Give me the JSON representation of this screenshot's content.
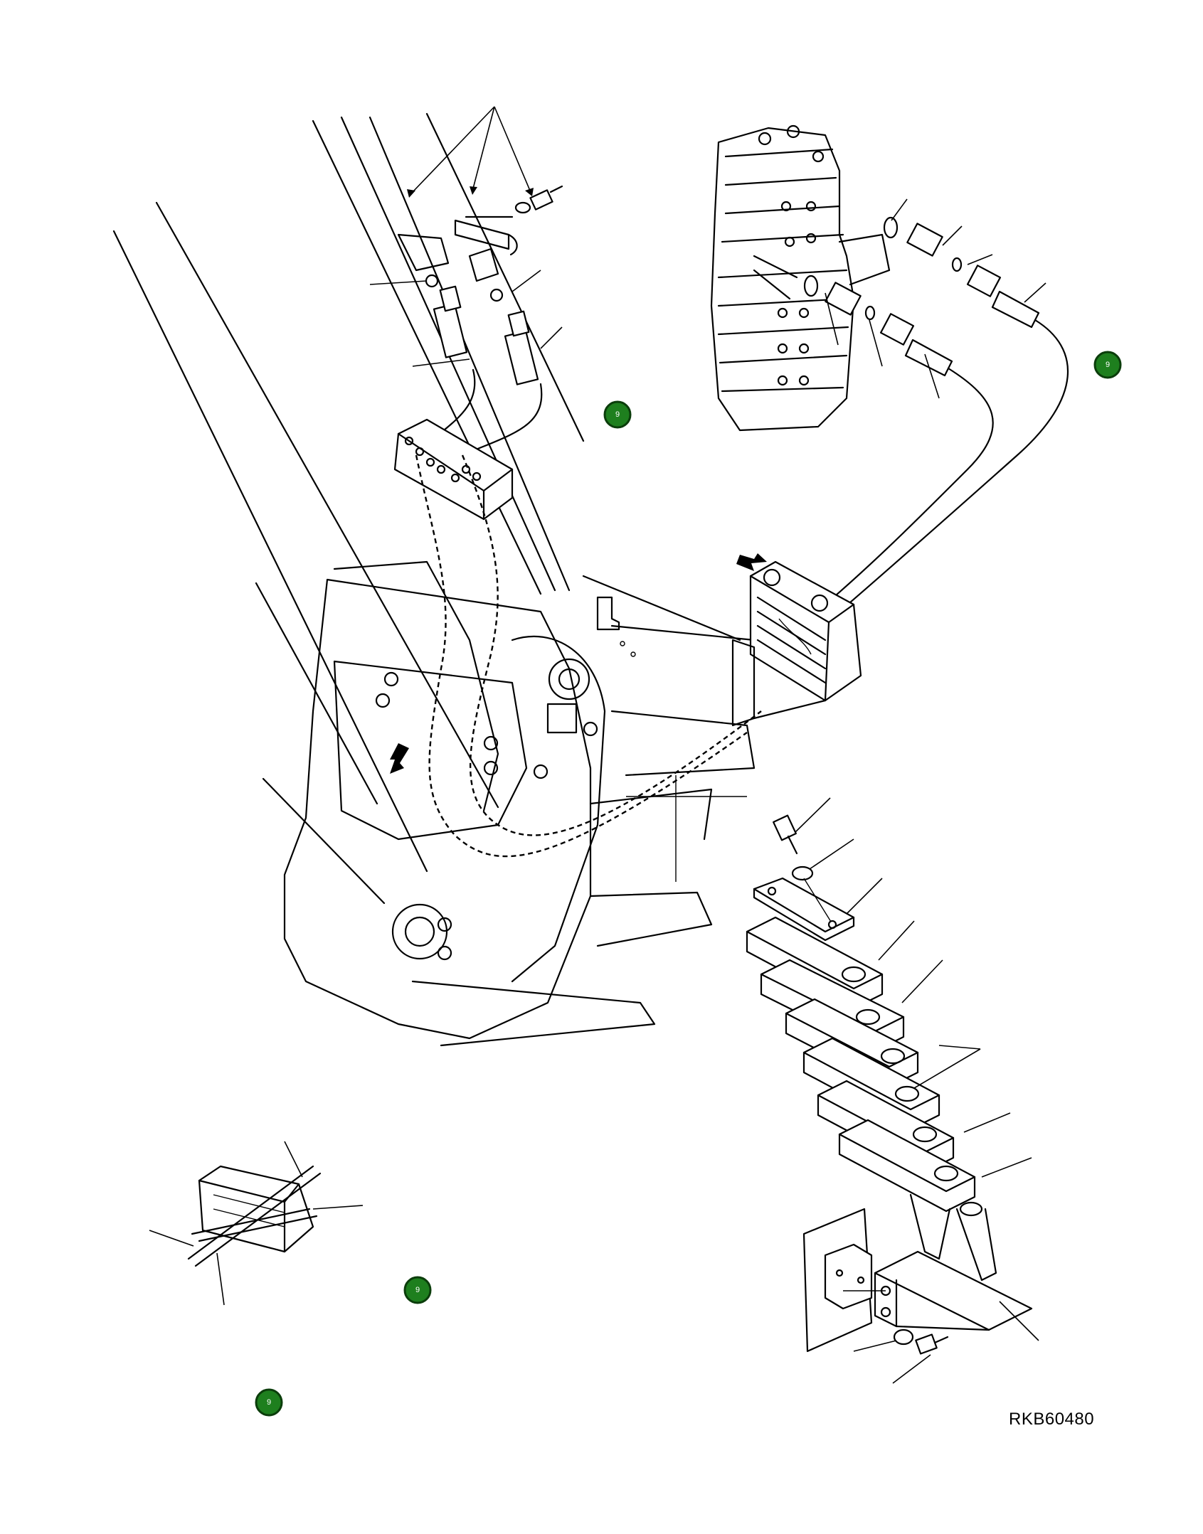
{
  "drawing": {
    "id_label": "RKB60480"
  },
  "callouts": [
    {
      "label": "9"
    },
    {
      "label": "9"
    },
    {
      "label": "9"
    },
    {
      "label": "9"
    }
  ],
  "colors": {
    "callout_fill": "#1e7f1e",
    "callout_ring": "#0b3d0b",
    "line_art": "#000000",
    "background": "#ffffff"
  }
}
